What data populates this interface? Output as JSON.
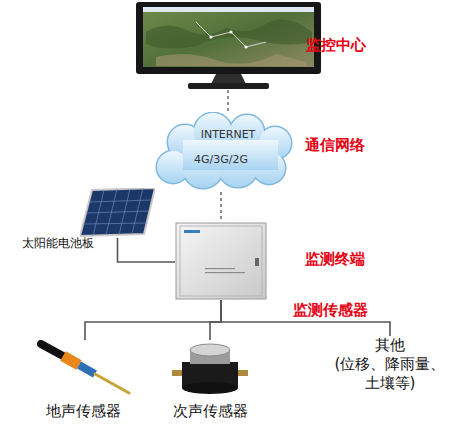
{
  "diagram": {
    "nodes": [
      {
        "text": [
          "监控中心"
        ]
      },
      {
        "text": [
          "INTERNET",
          "4G/3G/2G",
          "通信网络"
        ]
      },
      {
        "text": [
          "太阳能电池板"
        ]
      },
      {
        "text": [
          "监测终端"
        ]
      },
      {
        "text": [
          "地声传感器"
        ]
      },
      {
        "text": [
          "次声传感器"
        ]
      },
      {
        "text": [
          "其他",
          "(位移、降雨量、 土壤等)"
        ]
      }
    ],
    "edges": [
      {
        "from": 0,
        "to": 1,
        "arrow": "none"
      },
      {
        "from": 1,
        "to": 3,
        "arrow": "none"
      },
      {
        "from": 2,
        "to": 3,
        "arrow": "none"
      },
      {
        "from": 3,
        "to": 4,
        "arrow": "none"
      },
      {
        "from": 3,
        "to": 5,
        "arrow": "none"
      },
      {
        "from": 3,
        "to": 6,
        "arrow": "none"
      }
    ],
    "labels": [
      "监测传感器"
    ]
  }
}
